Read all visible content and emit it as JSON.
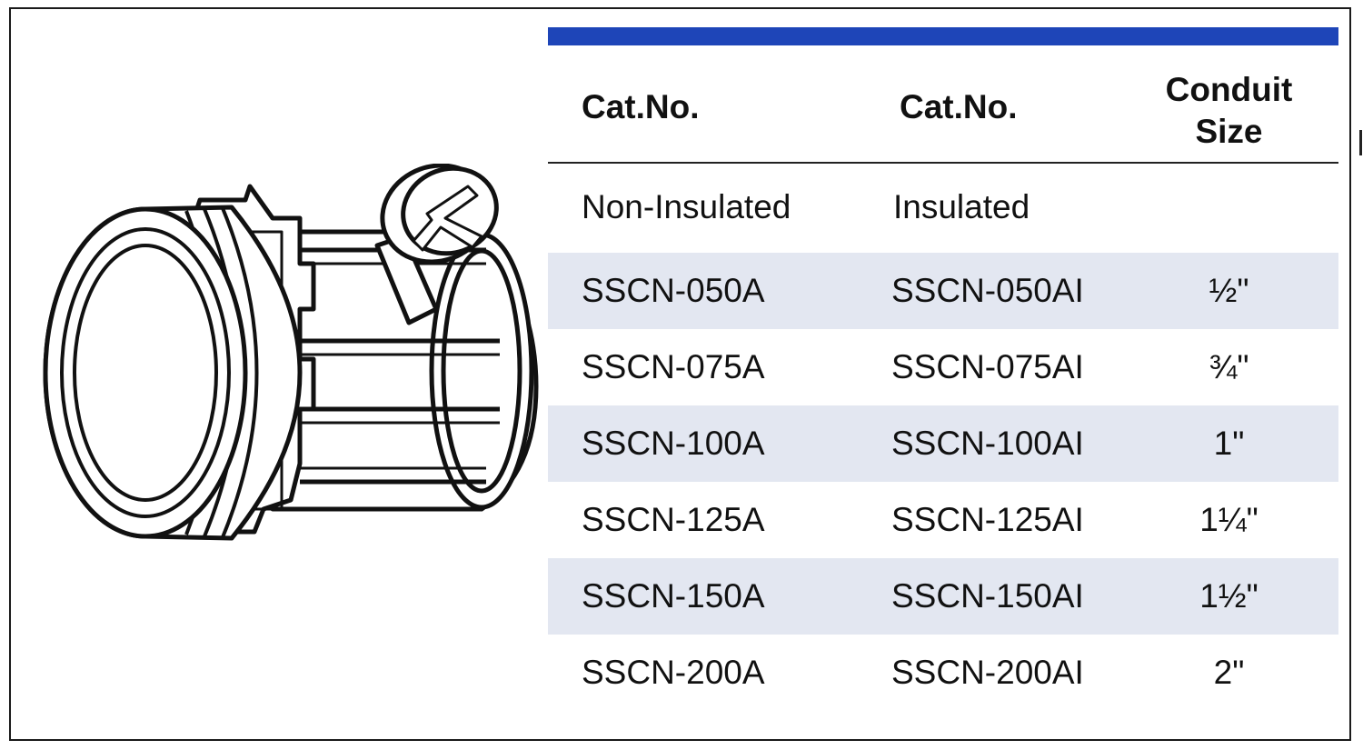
{
  "table": {
    "headers": {
      "col1": "Cat.No.",
      "col2": "Cat.No.",
      "col3_line1": "Conduit",
      "col3_line2": "Size"
    },
    "subheaders": {
      "col1": "Non-Insulated",
      "col2": "Insulated"
    },
    "rows": [
      {
        "non_insulated": "SSCN-050A",
        "insulated": "SSCN-050AI",
        "size": "½\""
      },
      {
        "non_insulated": "SSCN-075A",
        "insulated": "SSCN-075AI",
        "size": "¾\""
      },
      {
        "non_insulated": "SSCN-100A",
        "insulated": "SSCN-100AI",
        "size": "1\""
      },
      {
        "non_insulated": "SSCN-125A",
        "insulated": "SSCN-125AI",
        "size": "1¼\""
      },
      {
        "non_insulated": "SSCN-150A",
        "insulated": "SSCN-150AI",
        "size": "1½\""
      },
      {
        "non_insulated": "SSCN-200A",
        "insulated": "SSCN-200AI",
        "size": "2\""
      }
    ]
  },
  "colors": {
    "accent_bar": "#1e45b8",
    "row_shade": "#e3e7f1"
  },
  "icons": {
    "illustration": "conduit-connector-illustration"
  }
}
